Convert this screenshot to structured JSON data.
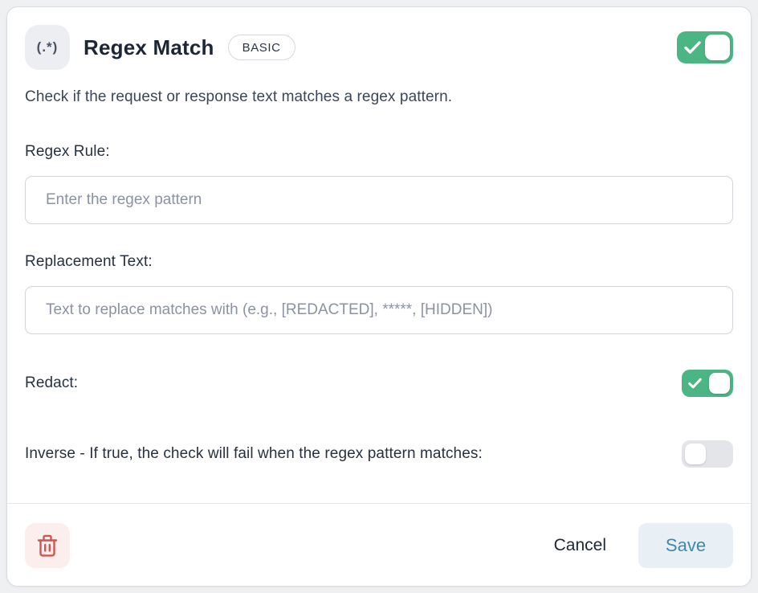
{
  "header": {
    "icon_text": "(.*)",
    "title": "Regex Match",
    "badge_label": "BASIC",
    "enabled_state": "on"
  },
  "description": "Check if the request or response text matches a regex pattern.",
  "fields": {
    "regex_rule": {
      "label": "Regex Rule:",
      "placeholder": "Enter the regex pattern",
      "value": ""
    },
    "replacement_text": {
      "label": "Replacement Text:",
      "placeholder": "Text to replace matches with (e.g., [REDACTED], *****, [HIDDEN])",
      "value": ""
    },
    "redact": {
      "label": "Redact:",
      "state": "on"
    },
    "inverse": {
      "label": "Inverse - If true, the check will fail when the regex pattern matches:",
      "state": "off"
    }
  },
  "footer": {
    "delete_icon": "trash-icon",
    "cancel_label": "Cancel",
    "save_label": "Save"
  },
  "colors": {
    "toggle_on": "#4bb583",
    "toggle_off": "#e3e5e9",
    "save_bg": "#e9f0f5",
    "save_text": "#3e87ad",
    "delete_bg": "#fceeec",
    "delete_icon": "#d05550",
    "title_text": "#1c2635"
  }
}
